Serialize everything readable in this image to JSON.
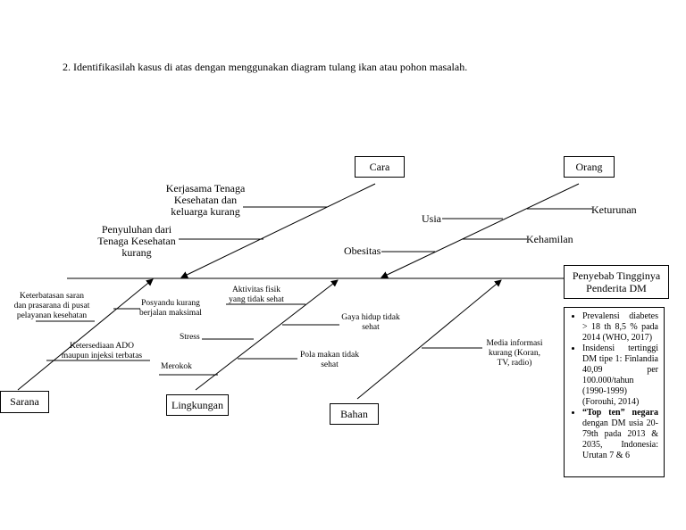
{
  "heading": "2. Identifikasilah kasus di atas dengan menggunakan diagram tulang ikan atau pohon masalah.",
  "effect": {
    "line1": "Penyebab Tingginya",
    "line2": "Penderita DM"
  },
  "categories": {
    "cara": "Cara",
    "orang": "Orang",
    "sarana": "Sarana",
    "lingkungan": "Lingkungan",
    "bahan": "Bahan"
  },
  "causes": {
    "cara_1": [
      "Kerjasama Tenaga",
      "Kesehatan dan",
      "keluarga kurang"
    ],
    "cara_2": [
      "Penyuluhan dari",
      "Tenaga Kesehatan",
      "kurang"
    ],
    "orang_usia": "Usia",
    "orang_obesitas": "Obesitas",
    "orang_keturunan": "Keturunan",
    "orang_kehamilan": "Kehamilan",
    "sarana_1": [
      "Keterbatasan saran",
      "dan prasarana di pusat",
      "pelayanan kesehatan"
    ],
    "sarana_2": [
      "Posyandu kurang",
      "berjalan maksimal"
    ],
    "sarana_3": [
      "Ketersediaan ADO",
      "maupun injeksi terbatas"
    ],
    "lingkungan_1": [
      "Aktivitas fisik",
      "yang tidak sehat"
    ],
    "lingkungan_2": [
      "Gaya hidup tidak",
      "sehat"
    ],
    "lingkungan_stress": "Stress",
    "lingkungan_3": [
      "Pola makan tidak",
      "sehat"
    ],
    "lingkungan_merokok": "Merokok",
    "bahan_1": [
      "Media informasi",
      "kurang (Koran,",
      "TV, radio)"
    ]
  },
  "notes": [
    {
      "bold": "",
      "text": "Prevalensi diabetes > 18 th 8,5 % pada 2014 (WHO, 2017)"
    },
    {
      "bold": "",
      "text": "Insidensi tertinggi DM tipe 1: Finlandia 40,09 per 100.000/tahun (1990-1999) (Forouhi, 2014)"
    },
    {
      "bold": "“Top ten” negara",
      "text": " dengan DM usia 20-79th pada 2013 & 2035, Indonesia: Urutan 7 & 6"
    }
  ]
}
